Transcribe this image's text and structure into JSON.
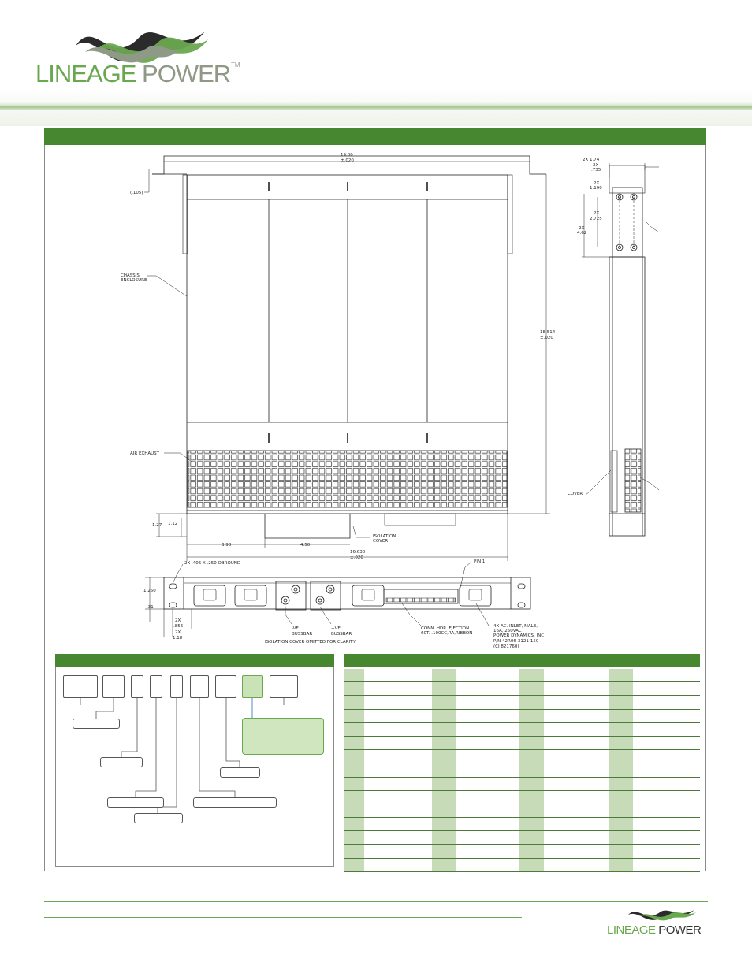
{
  "brand": {
    "name_part1": "LINEAGE",
    "name_part2": "POWER",
    "tm": "TM"
  },
  "footer_brand": {
    "name_part1": "LINEAGE",
    "name_part2": "POWER"
  },
  "colors": {
    "brand_green": "#46872f",
    "light_green": "#c7dbb9",
    "callout_green": "#cfe6bf",
    "logo_gray": "#8f9a86",
    "logo_dark": "#333333"
  },
  "drawing_labels": {
    "width_dim": "19.00",
    "width_tol": "±.020",
    "ear_offset": "(.105)",
    "chassis_1": "CHASSIS",
    "chassis_2": "ENCLOSURE",
    "air_exhaust": "AIR EXHAUST",
    "depth_dim": "18.514",
    "depth_tol": "±.020",
    "dim_127": "1.27",
    "dim_112": "1.12",
    "dim_398": "3.98",
    "dim_450": "4.50",
    "iso_cover_1": "ISOLATION",
    "iso_cover_2": "COVER",
    "body_width": "16.630",
    "body_tol": "±.020",
    "side_174": "2X 1.74",
    "side_2x_a": "2X",
    "side_735": ".735",
    "side_2x_b": "2X",
    "side_1190": "1.190",
    "side_2x_c": "2X",
    "side_2725": "2.725",
    "side_2x_d": "2X",
    "side_462": "4.62",
    "cover": "COVER",
    "obround": "2X .406 X .250 OBROUND",
    "pin1": "PIN 1",
    "dim_1250": "1.250",
    "dim_31": ".31",
    "dim_2x_856": "2X",
    "dim_856": ".856",
    "dim_2x_118": "2X",
    "dim_118": "1.18",
    "neg_bus_1": "-VE",
    "neg_bus_2": "BUSSBAR",
    "pos_bus_1": "+VE",
    "pos_bus_2": "BUSSBAR",
    "iso_omit": "ISOLATION COVER OMITTED FOR CLARITY",
    "conn_1": "CONN. HDR. EJECTION",
    "conn_2": "60T. .100CC,RA,RIBBON",
    "ac_1": "4X AC. INLET, MALE,",
    "ac_2": "16A, 250VAC",
    "ac_3": "POWER DYNAMICS, INC",
    "ac_4": "P/N 42R06-3121-150",
    "ac_5": "(CI 821760)"
  }
}
